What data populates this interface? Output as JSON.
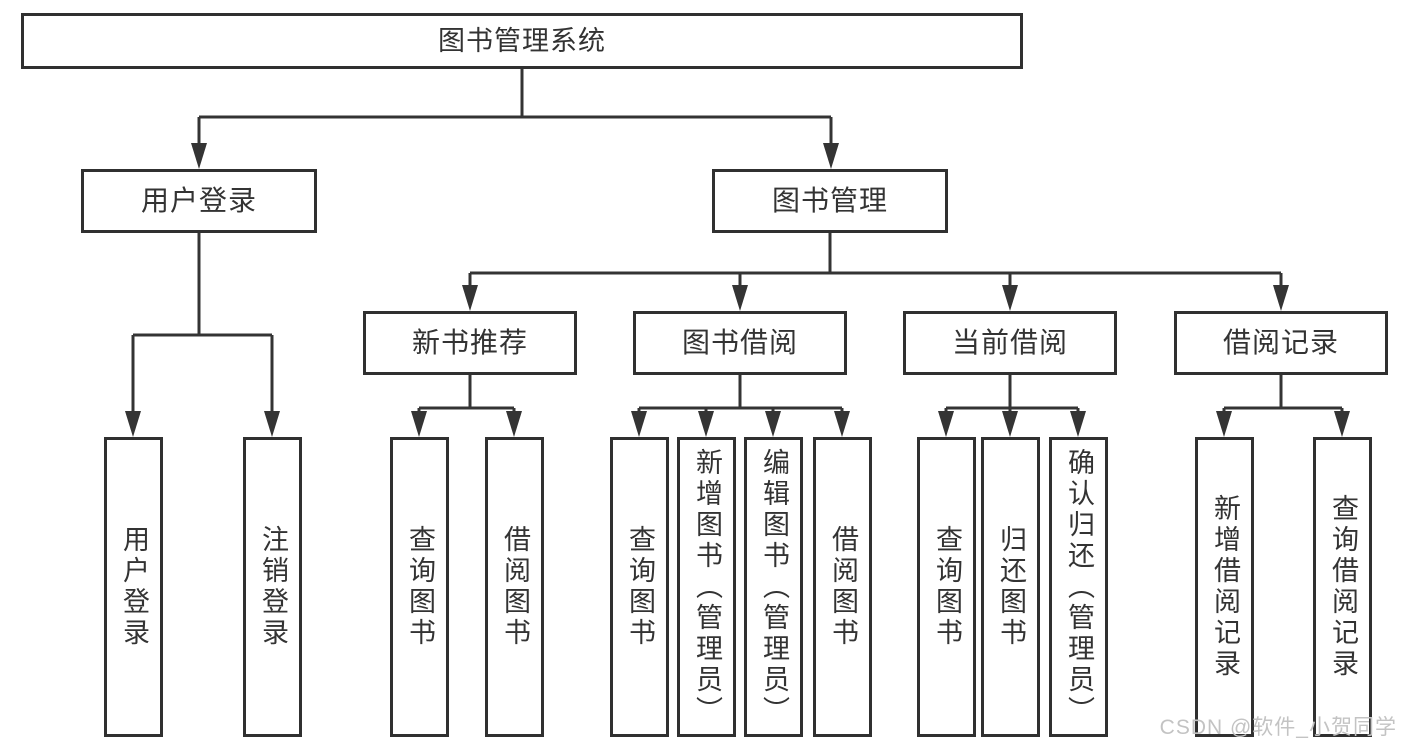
{
  "diagram": {
    "title": "图书管理系统",
    "nodes": {
      "root": "图书管理系统",
      "user_login": "用户登录",
      "book_mgmt": "图书管理",
      "new_books": "新书推荐",
      "book_borrow": "图书借阅",
      "current_borrow": "当前借阅",
      "borrow_records": "借阅记录",
      "leaf_user_login": "用户登录",
      "leaf_logout": "注销登录",
      "leaf_nb_query": "查询图书",
      "leaf_nb_borrow": "借阅图书",
      "leaf_bb_query": "查询图书",
      "leaf_bb_add": "新增图书（管理员）",
      "leaf_bb_edit": "编辑图书（管理员）",
      "leaf_bb_borrow": "借阅图书",
      "leaf_cb_query": "查询图书",
      "leaf_cb_return": "归还图书",
      "leaf_cb_confirm": "确认归还（管理员）",
      "leaf_br_add": "新增借阅记录",
      "leaf_br_query": "查询借阅记录"
    },
    "colors": {
      "line": "#343434",
      "border": "#303030",
      "text": "#333333",
      "background": "#ffffff",
      "watermark_text_color": "#c3c3c3"
    }
  },
  "watermark": {
    "text": "CSDN @软件_小贺同学"
  }
}
